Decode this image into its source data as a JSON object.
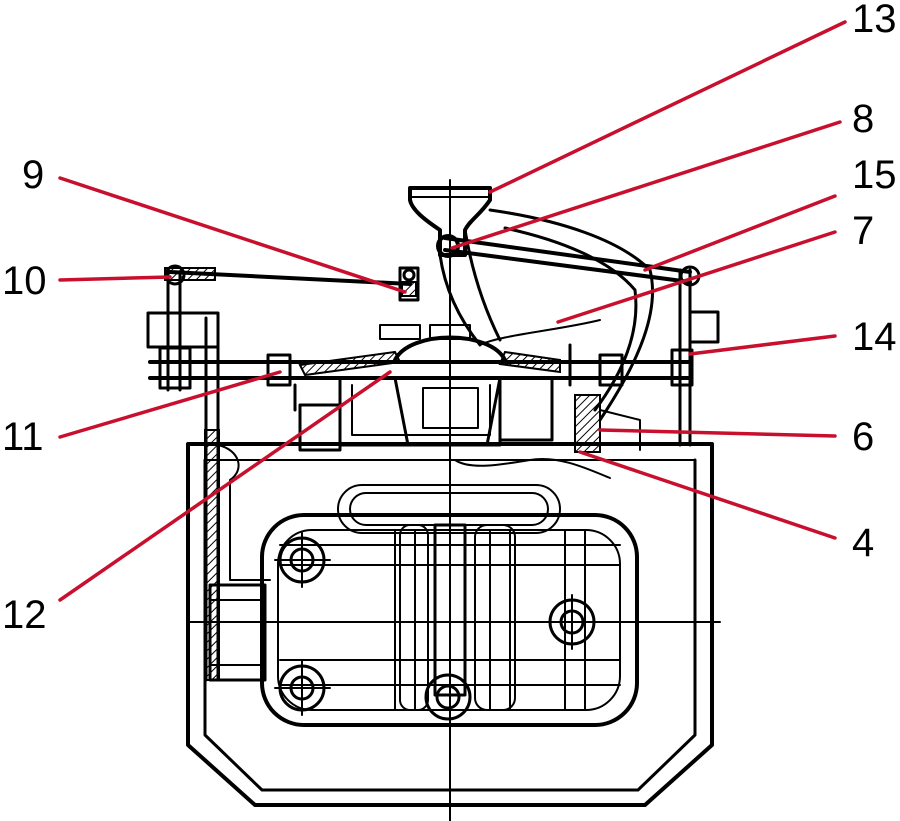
{
  "labels": {
    "l13": "13",
    "l8": "8",
    "l15": "15",
    "l7": "7",
    "l9": "9",
    "l10": "10",
    "l14": "14",
    "l11": "11",
    "l6": "6",
    "l4": "4",
    "l12": "12"
  },
  "colors": {
    "leader": "#c8102e",
    "drawing": "#000000",
    "background": "#ffffff"
  }
}
